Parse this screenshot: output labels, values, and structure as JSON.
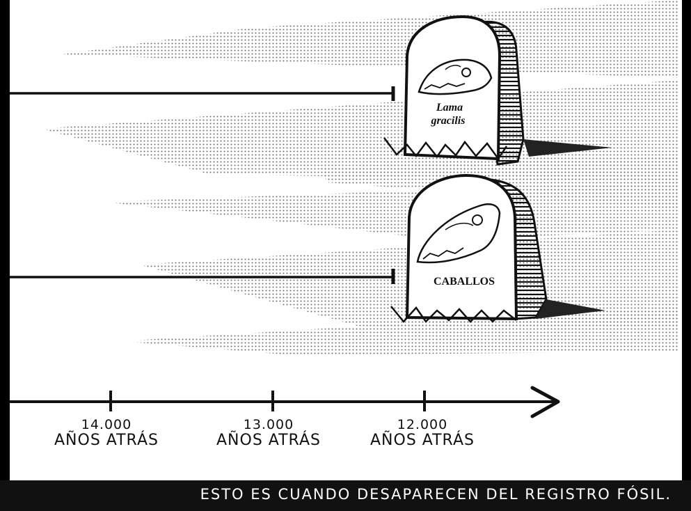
{
  "gravestones": [
    {
      "name": "Lama",
      "name2": "gracilis",
      "icon": "llama-skull-icon"
    },
    {
      "name": "CABALLOS",
      "icon": "horse-skull-icon"
    }
  ],
  "timeline": {
    "ticks": [
      {
        "year": "14.000",
        "label": "AÑOS ATRÁS"
      },
      {
        "year": "13.000",
        "label": "AÑOS ATRÁS"
      },
      {
        "year": "12.000",
        "label": "AÑOS ATRÁS"
      }
    ]
  },
  "caption": "ESTO ES CUANDO DESAPARECEN DEL REGISTRO FÓSIL.",
  "colors": {
    "ink": "#111111",
    "paper": "#ffffff",
    "screentone": "#777777",
    "caption_bar": "#111111"
  }
}
